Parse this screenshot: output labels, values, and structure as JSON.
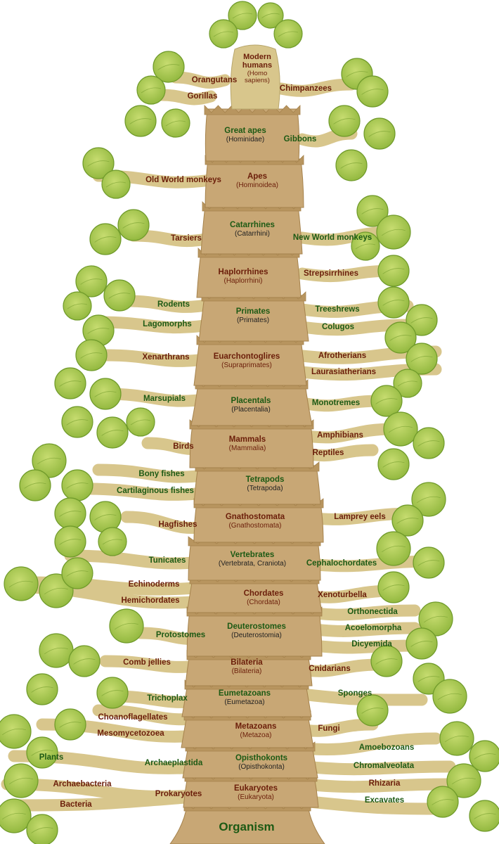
{
  "trunk": [
    {
      "name": "Eukaryotes",
      "sci": "(Eukaryota)",
      "color": "brown"
    },
    {
      "name": "Opisthokonts",
      "sci": "(Opisthokonta)",
      "color": "green"
    },
    {
      "name": "Metazoans",
      "sci": "(Metazoa)",
      "color": "brown"
    },
    {
      "name": "Eumetazoans",
      "sci": "(Eumetazoa)",
      "color": "green"
    },
    {
      "name": "Bilateria",
      "sci": "(Bilateria)",
      "color": "brown"
    },
    {
      "name": "Deuterostomes",
      "sci": "(Deuterostomia)",
      "color": "green"
    },
    {
      "name": "Chordates",
      "sci": "(Chordata)",
      "color": "brown"
    },
    {
      "name": "Vertebrates",
      "sci": "(Vertebrata, Craniota)",
      "color": "green"
    },
    {
      "name": "Gnathostomata",
      "sci": "(Gnathostomata)",
      "color": "brown"
    },
    {
      "name": "Tetrapods",
      "sci": "(Tetrapoda)",
      "color": "green"
    },
    {
      "name": "Mammals",
      "sci": "(Mammalia)",
      "color": "brown"
    },
    {
      "name": "Placentals",
      "sci": "(Placentalia)",
      "color": "green"
    },
    {
      "name": "Euarchontoglires",
      "sci": "(Supraprimates)",
      "color": "brown"
    },
    {
      "name": "Primates",
      "sci": "(Primates)",
      "color": "green"
    },
    {
      "name": "Haplorrhines",
      "sci": "(Haplorrhini)",
      "color": "brown"
    },
    {
      "name": "Catarrhines",
      "sci": "(Catarrhini)",
      "color": "green"
    },
    {
      "name": "Apes",
      "sci": "(Hominoidea)",
      "color": "brown"
    },
    {
      "name": "Great apes",
      "sci": "(Hominidae)",
      "color": "green"
    },
    {
      "name": "Modern humans",
      "sci": "(Homo sapiens)",
      "color": "brown"
    }
  ],
  "root": "Organism",
  "branches": [
    {
      "label": "Prokaryotes",
      "side": "left",
      "color": "brown"
    },
    {
      "label": "Archaebacteria",
      "side": "left",
      "color": "brown"
    },
    {
      "label": "Bacteria",
      "side": "left",
      "color": "brown"
    },
    {
      "label": "Excavates",
      "side": "right",
      "color": "green"
    },
    {
      "label": "Rhizaria",
      "side": "right",
      "color": "brown"
    },
    {
      "label": "Chromalveolata",
      "side": "right",
      "color": "green"
    },
    {
      "label": "Amoebozoans",
      "side": "right",
      "color": "green"
    },
    {
      "label": "Archaeplastida",
      "side": "left",
      "color": "green"
    },
    {
      "label": "Plants",
      "side": "left",
      "color": "green"
    },
    {
      "label": "Fungi",
      "side": "right",
      "color": "brown"
    },
    {
      "label": "Mesomycetozoea",
      "side": "left",
      "color": "brown"
    },
    {
      "label": "Choanoflagellates",
      "side": "left",
      "color": "brown"
    },
    {
      "label": "Sponges",
      "side": "right",
      "color": "green"
    },
    {
      "label": "Trichoplax",
      "side": "left",
      "color": "green"
    },
    {
      "label": "Cnidarians",
      "side": "right",
      "color": "brown"
    },
    {
      "label": "Comb jellies",
      "side": "left",
      "color": "brown"
    },
    {
      "label": "Protostomes",
      "side": "left",
      "color": "green"
    },
    {
      "label": "Dicyemida",
      "side": "right",
      "color": "green"
    },
    {
      "label": "Acoelomorpha",
      "side": "right",
      "color": "green"
    },
    {
      "label": "Orthonectida",
      "side": "right",
      "color": "green"
    },
    {
      "label": "Xenoturbella",
      "side": "right",
      "color": "brown"
    },
    {
      "label": "Hemichordates",
      "side": "left",
      "color": "brown"
    },
    {
      "label": "Echinoderms",
      "side": "left",
      "color": "brown"
    },
    {
      "label": "Cephalochordates",
      "side": "right",
      "color": "green"
    },
    {
      "label": "Tunicates",
      "side": "left",
      "color": "green"
    },
    {
      "label": "Lamprey eels",
      "side": "right",
      "color": "brown"
    },
    {
      "label": "Hagfishes",
      "side": "left",
      "color": "brown"
    },
    {
      "label": "Cartilaginous fishes",
      "side": "left",
      "color": "green"
    },
    {
      "label": "Bony fishes",
      "side": "left",
      "color": "green"
    },
    {
      "label": "Reptiles",
      "side": "right",
      "color": "brown"
    },
    {
      "label": "Amphibians",
      "side": "right",
      "color": "brown"
    },
    {
      "label": "Birds",
      "side": "left",
      "color": "brown"
    },
    {
      "label": "Monotremes",
      "side": "right",
      "color": "green"
    },
    {
      "label": "Marsupials",
      "side": "left",
      "color": "green"
    },
    {
      "label": "Laurasiatherians",
      "side": "right",
      "color": "brown"
    },
    {
      "label": "Afrotherians",
      "side": "right",
      "color": "brown"
    },
    {
      "label": "Xenarthrans",
      "side": "left",
      "color": "brown"
    },
    {
      "label": "Colugos",
      "side": "right",
      "color": "green"
    },
    {
      "label": "Treeshrews",
      "side": "right",
      "color": "green"
    },
    {
      "label": "Lagomorphs",
      "side": "left",
      "color": "green"
    },
    {
      "label": "Rodents",
      "side": "left",
      "color": "green"
    },
    {
      "label": "Strepsirrhines",
      "side": "right",
      "color": "brown"
    },
    {
      "label": "New World monkeys",
      "side": "right",
      "color": "green"
    },
    {
      "label": "Tarsiers",
      "side": "left",
      "color": "brown"
    },
    {
      "label": "Old World monkeys",
      "side": "left",
      "color": "brown"
    },
    {
      "label": "Gibbons",
      "side": "right",
      "color": "green"
    },
    {
      "label": "Gorillas",
      "side": "left",
      "color": "brown"
    },
    {
      "label": "Orangutans",
      "side": "left",
      "color": "brown"
    },
    {
      "label": "Chimpanzees",
      "side": "right",
      "color": "brown"
    }
  ],
  "colors": {
    "trunk": "#c8a775",
    "trunk_edge": "#a5824c",
    "branch": "#d8c68c",
    "leaf": "#a6c84a",
    "leaf_dark": "#6f9a2a",
    "label_green": "#1d5a14",
    "label_brown": "#6b1e0a"
  }
}
